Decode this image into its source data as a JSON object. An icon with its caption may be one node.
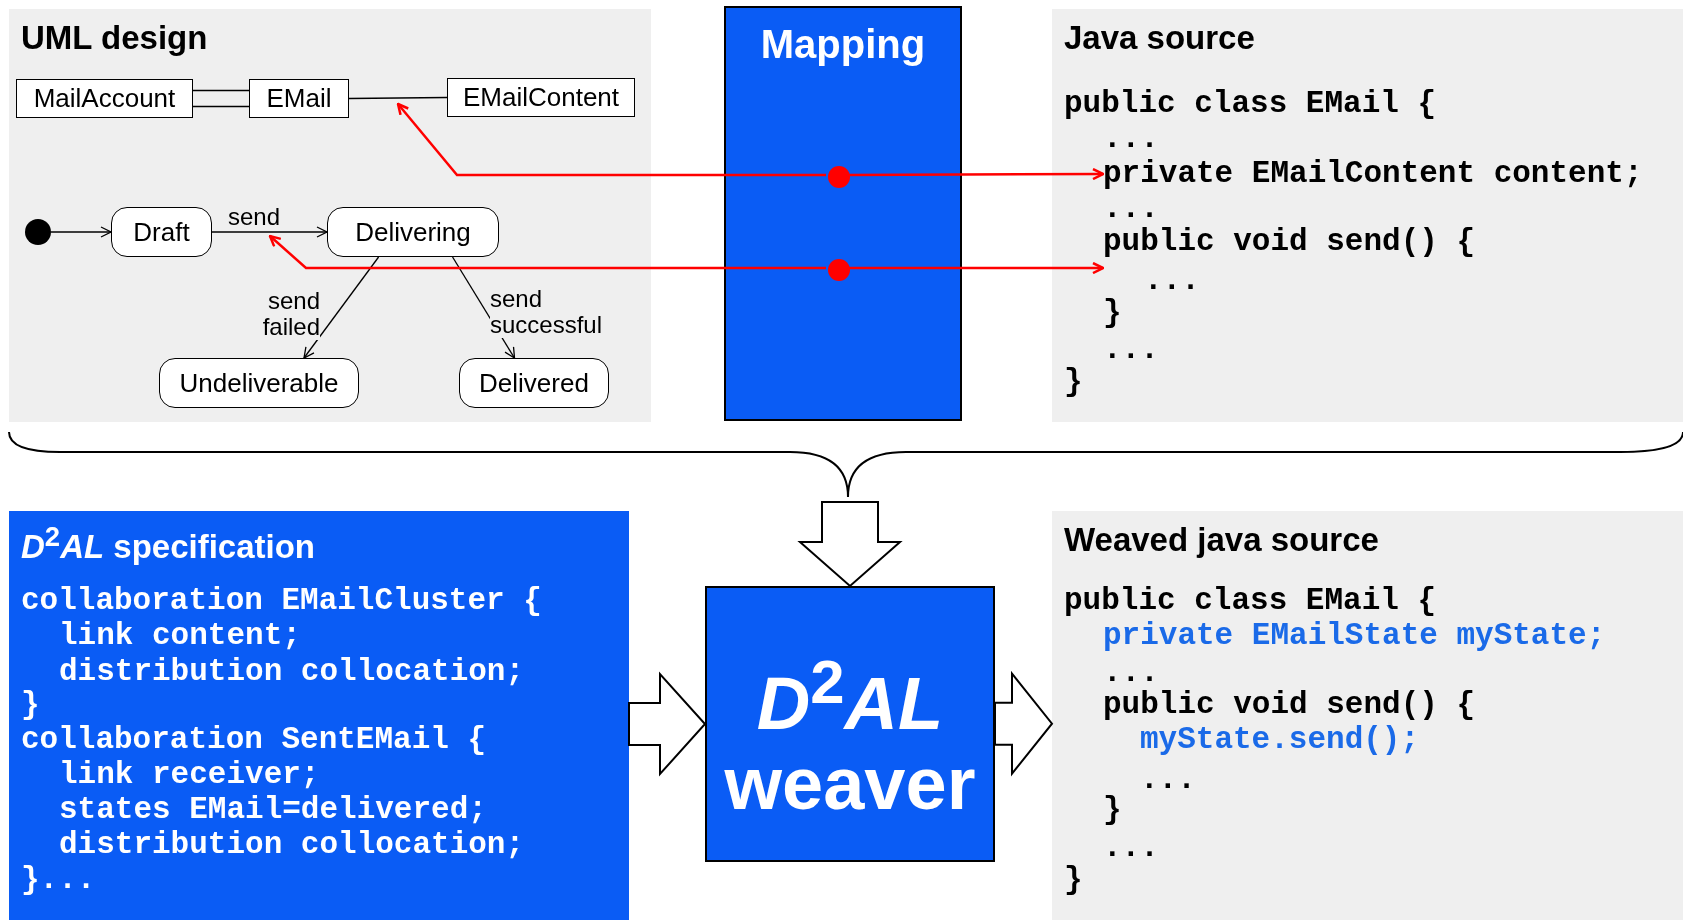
{
  "diagram": {
    "nodes": [
      {
        "text": [
          "UML design"
        ]
      },
      {
        "text": [
          "MailAccount"
        ],
        "in": 0
      },
      {
        "text": [
          "EMail"
        ],
        "in": 0
      },
      {
        "text": [
          "EMailContent"
        ],
        "in": 0
      },
      {
        "text": [],
        "shape": "circle",
        "in": 0
      },
      {
        "text": [
          "Draft"
        ],
        "in": 0
      },
      {
        "text": [
          "Delivering"
        ],
        "in": 0
      },
      {
        "text": [
          "Undeliverable"
        ],
        "in": 0
      },
      {
        "text": [
          "Delivered"
        ],
        "in": 0
      },
      {
        "text": [
          "Mapping"
        ]
      },
      {
        "text": [],
        "shape": "circle",
        "in": 9
      },
      {
        "text": [],
        "shape": "circle",
        "in": 9
      },
      {
        "text": [
          "Java source"
        ]
      },
      {
        "text": [
          "private EMailContent content;"
        ],
        "in": 12
      },
      {
        "text": [
          "public void send() {"
        ],
        "in": 12
      },
      {
        "text": [
          "*D*$^{2}$*AL* specification"
        ]
      },
      {
        "text": [
          "*D*$^{2}$*AL* weaver"
        ]
      },
      {
        "text": [
          "Weaved java source"
        ]
      }
    ],
    "edges": [
      {
        "from": 1,
        "to": 2,
        "arrow": "none"
      },
      {
        "from": 2,
        "to": 3,
        "arrow": "none"
      },
      {
        "from": 4,
        "to": 5,
        "arrow": "to"
      },
      {
        "from": 5,
        "to": 6,
        "arrow": "to",
        "label": "send"
      },
      {
        "from": 6,
        "to": 7,
        "arrow": "to",
        "label": "send failed"
      },
      {
        "from": 6,
        "to": 8,
        "arrow": "to",
        "label": "send successful"
      },
      {
        "from": 10,
        "to": null,
        "arrow": "to",
        "color": "#ff0000"
      },
      {
        "from": 10,
        "to": 13,
        "arrow": "to",
        "color": "#ff0000"
      },
      {
        "from": 11,
        "to": null,
        "arrow": "to",
        "color": "#ff0000"
      },
      {
        "from": 11,
        "to": 14,
        "arrow": "to",
        "color": "#ff0000"
      },
      {
        "from": null,
        "to": 16,
        "arrow": "to",
        "style": "thick"
      },
      {
        "from": 15,
        "to": 16,
        "arrow": "to",
        "style": "thick"
      },
      {
        "from": 16,
        "to": 17,
        "arrow": "to",
        "style": "thick"
      }
    ],
    "labels": [
      "public class EMail {",
      "...",
      "...",
      "...",
      "}",
      "...",
      "}",
      "collaboration EMailCluster {",
      "link content;",
      "distribution collocation;",
      "}",
      "collaboration SentEMail {",
      "link receiver;",
      "states EMail=delivered;",
      "distribution collocation;",
      "}...",
      "public class EMail {",
      "private EMailState myState;",
      "...",
      "public void send() {",
      "myState.send();",
      "...",
      "}",
      "...",
      "}"
    ]
  }
}
